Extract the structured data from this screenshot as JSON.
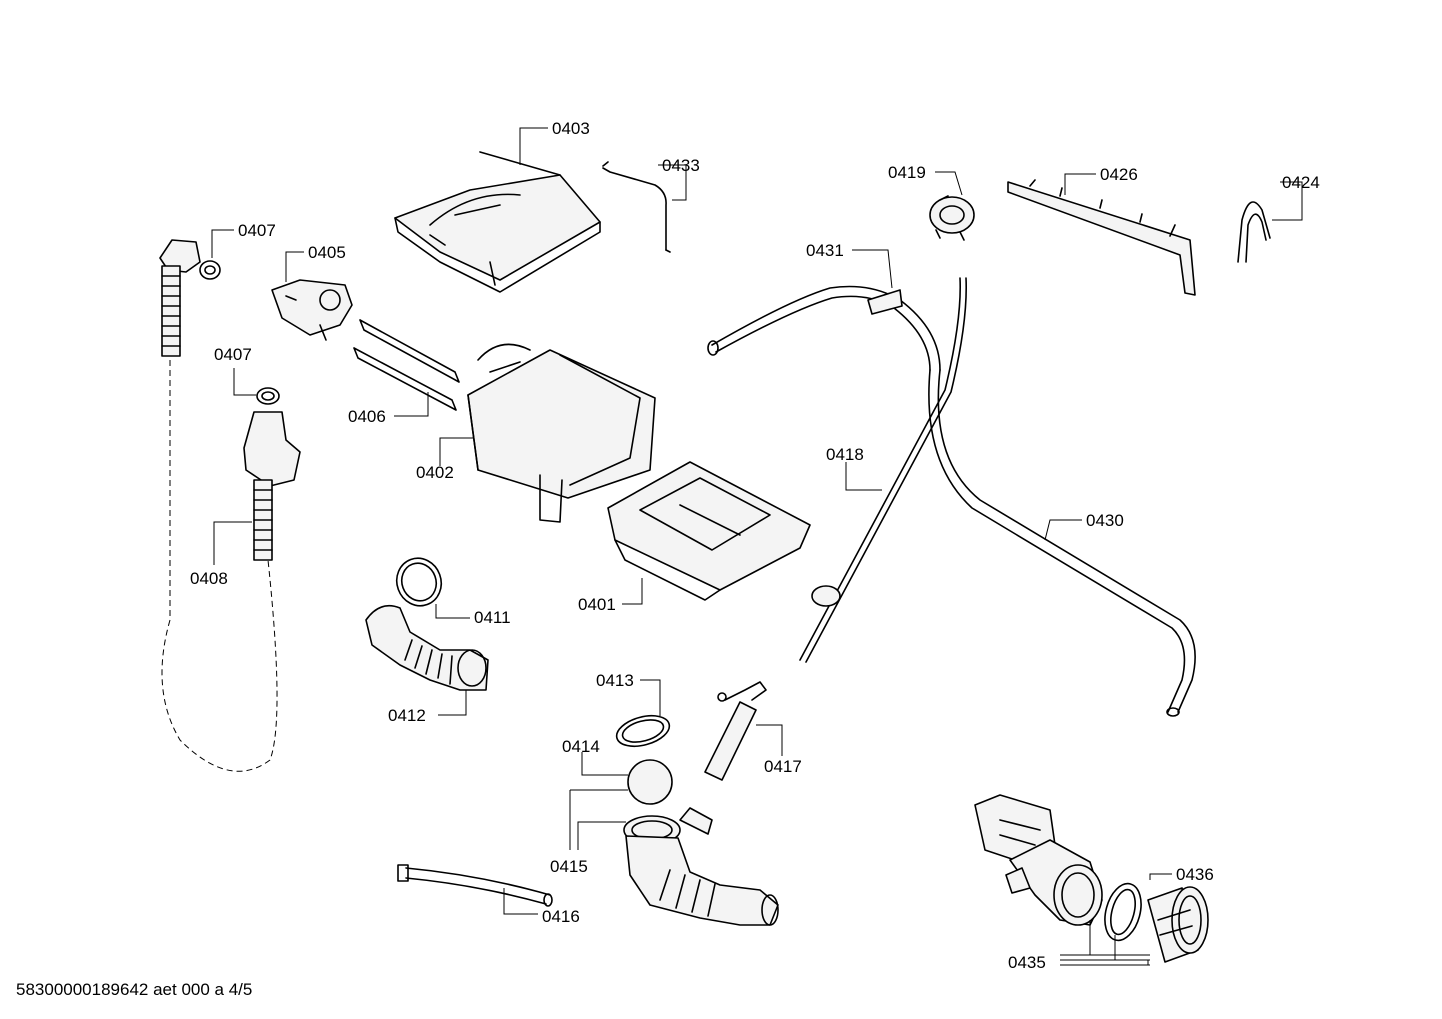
{
  "footer_text": "58300000189642 aet 000 a 4/5",
  "callouts": {
    "c0403": "0403",
    "c0433": "0433",
    "c0419": "0419",
    "c0426": "0426",
    "c0424": "0424",
    "c0407a": "0407",
    "c0405": "0405",
    "c0431": "0431",
    "c0407b": "0407",
    "c0406": "0406",
    "c0402": "0402",
    "c0418": "0418",
    "c0430": "0430",
    "c0408": "0408",
    "c0401": "0401",
    "c0411": "0411",
    "c0412": "0412",
    "c0413": "0413",
    "c0414": "0414",
    "c0417": "0417",
    "c0415": "0415",
    "c0416": "0416",
    "c0436": "0436",
    "c0435": "0435"
  }
}
